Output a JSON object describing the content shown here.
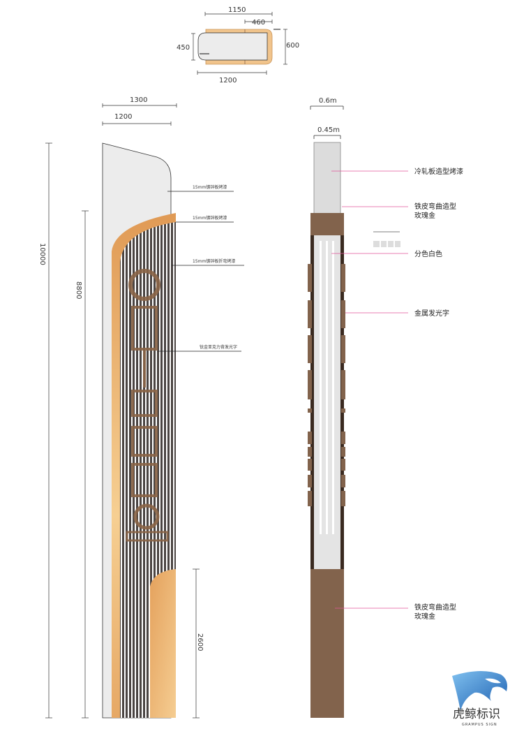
{
  "plan_view": {
    "dims": {
      "top_width": "1150",
      "inner_width": "460",
      "left_height": "450",
      "right_height": "600",
      "bottom_width": "1200"
    }
  },
  "side_elevation": {
    "dims": {
      "width_outer": "1300",
      "width_inner": "1200",
      "total_height": "10000",
      "panel_height": "8800",
      "base_height": "2600"
    },
    "callouts": [
      "15mm镀锌板烤漆",
      "15mm镀锌板烤漆",
      "15mm镀锌板折弯烤漆",
      "钛金亚克力背发光字"
    ]
  },
  "front_elevation": {
    "dims": {
      "outer_width": "0.6m",
      "inner_width": "0.45m"
    },
    "callouts": [
      "冷轧板造型烤漆",
      "铁皮弯曲造型\n玫瑰金",
      "分色白色",
      "金属发光字",
      "铁皮弯曲造型\n玫瑰金"
    ],
    "callout_lines": [
      [
        "冷轧板造型烤漆"
      ],
      [
        "铁皮弯曲造型",
        "玫瑰金"
      ],
      [
        "分色白色"
      ],
      [
        "金属发光字"
      ],
      [
        "铁皮弯曲造型",
        "玫瑰金"
      ]
    ]
  },
  "logo": {
    "name_cn": "虎鲸标识",
    "name_en": "GRAMPUS SIGN"
  },
  "colors": {
    "gold": "#e7ad6a",
    "brown": "#82634c",
    "stripe": "#4a4442",
    "grey": "#dcdcdc",
    "pink": "#e0559a"
  }
}
